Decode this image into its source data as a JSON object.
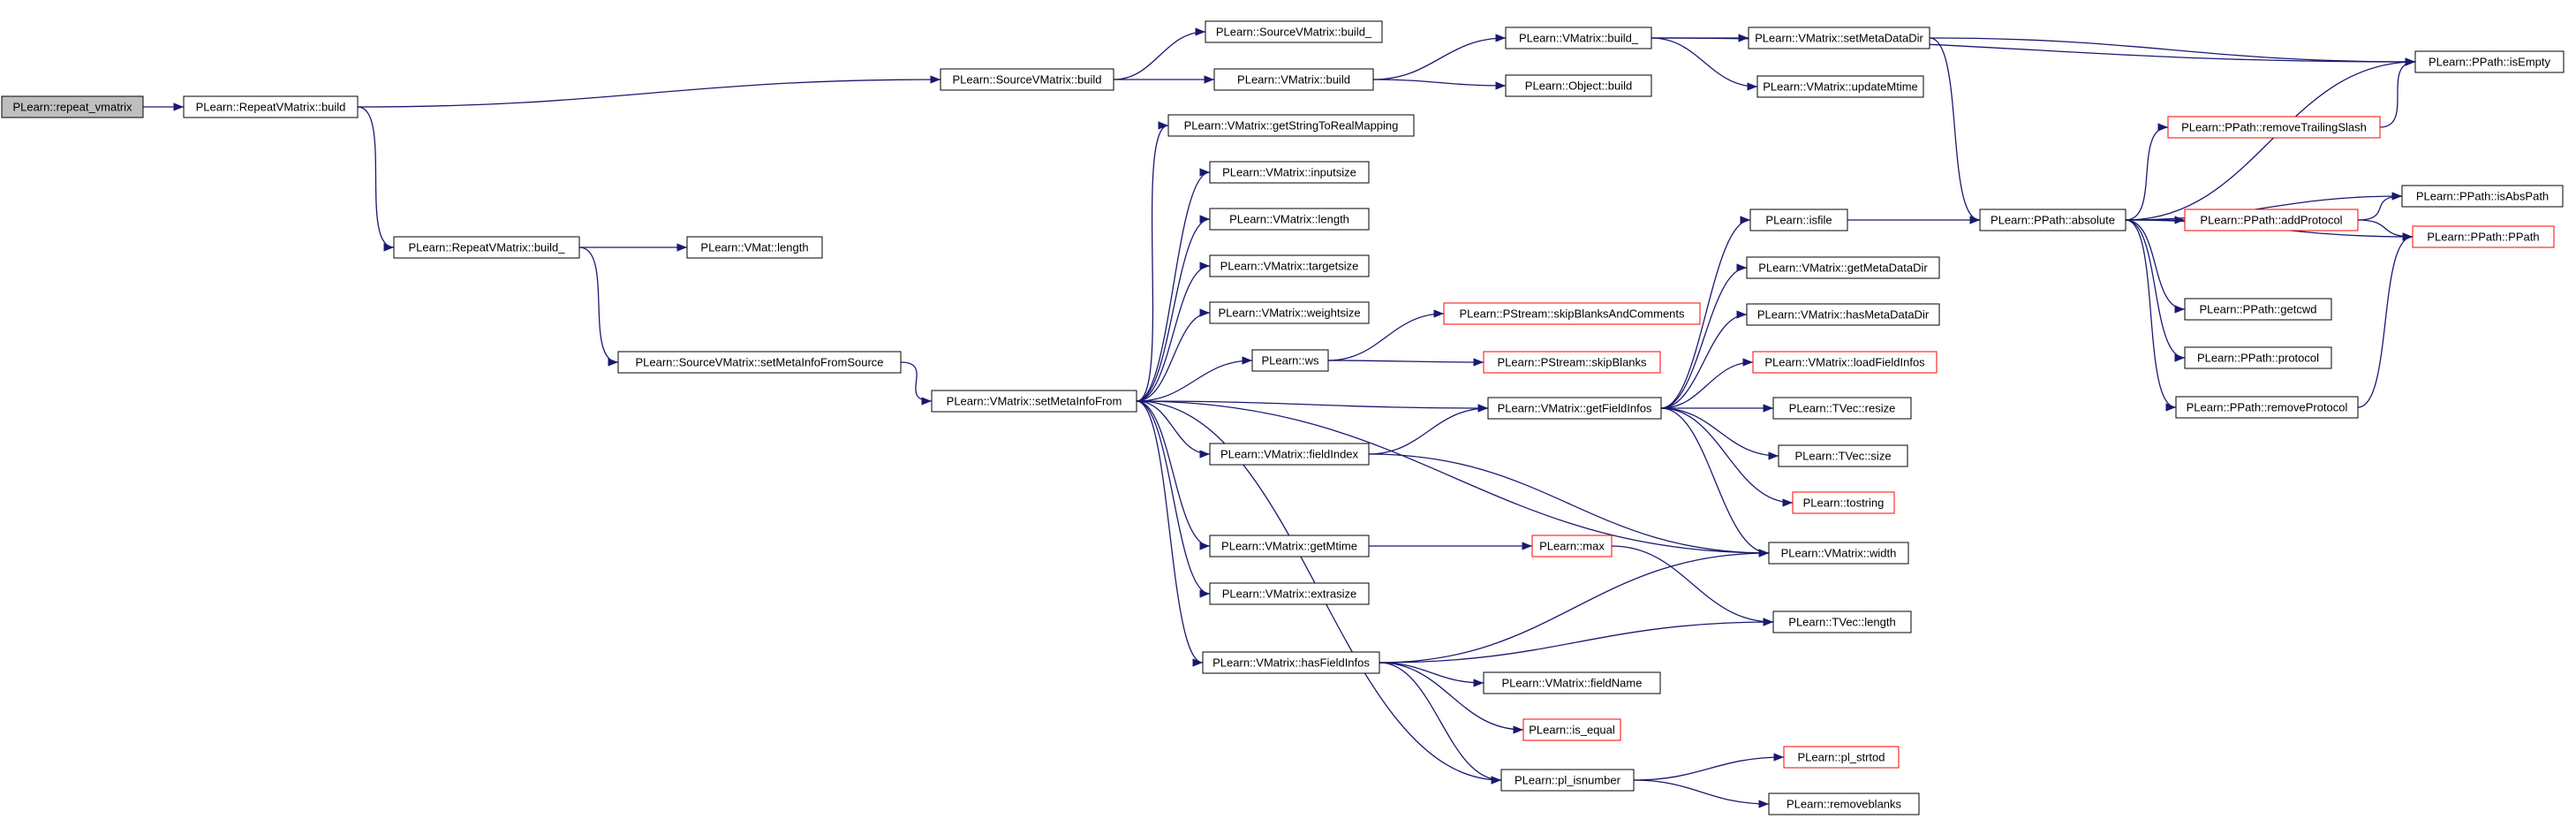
{
  "colors": {
    "edge": "#191970",
    "node_border": "#000000",
    "truncated_border": "#ff0000",
    "root_fill": "#bfbfbf"
  },
  "nodes": {
    "repeat_vmatrix": {
      "label": "PLearn::repeat_vmatrix",
      "root": true
    },
    "rvm_build": {
      "label": "PLearn::RepeatVMatrix::build"
    },
    "rvm_build_": {
      "label": "PLearn::RepeatVMatrix::build_"
    },
    "vmat_length": {
      "label": "PLearn::VMat::length"
    },
    "svm_setMetaInfoFromSource": {
      "label": "PLearn::SourceVMatrix::setMetaInfoFromSource"
    },
    "svm_build": {
      "label": "PLearn::SourceVMatrix::build"
    },
    "svm_build_": {
      "label": "PLearn::SourceVMatrix::build_"
    },
    "vm_build": {
      "label": "PLearn::VMatrix::build"
    },
    "vm_build_": {
      "label": "PLearn::VMatrix::build_"
    },
    "obj_build": {
      "label": "PLearn::Object::build"
    },
    "vm_setMetaDataDir": {
      "label": "PLearn::VMatrix::setMetaDataDir"
    },
    "vm_updateMtime": {
      "label": "PLearn::VMatrix::updateMtime"
    },
    "pp_isEmpty": {
      "label": "PLearn::PPath::isEmpty"
    },
    "pp_removeTrailingSlash": {
      "label": "PLearn::PPath::removeTrailingSlash",
      "truncated": true
    },
    "pp_absolute": {
      "label": "PLearn::PPath::absolute"
    },
    "pp_isAbsPath": {
      "label": "PLearn::PPath::isAbsPath"
    },
    "pp_addProtocol": {
      "label": "PLearn::PPath::addProtocol",
      "truncated": true
    },
    "pp_PPath": {
      "label": "PLearn::PPath::PPath",
      "truncated": true
    },
    "pp_getcwd": {
      "label": "PLearn::PPath::getcwd"
    },
    "pp_protocol": {
      "label": "PLearn::PPath::protocol"
    },
    "pp_removeProtocol": {
      "label": "PLearn::PPath::removeProtocol"
    },
    "vm_setMetaInfoFrom": {
      "label": "PLearn::VMatrix::setMetaInfoFrom"
    },
    "vm_getStringToRealMapping": {
      "label": "PLearn::VMatrix::getStringToRealMapping"
    },
    "vm_inputsize": {
      "label": "PLearn::VMatrix::inputsize"
    },
    "vm_length": {
      "label": "PLearn::VMatrix::length"
    },
    "vm_targetsize": {
      "label": "PLearn::VMatrix::targetsize"
    },
    "vm_weightsize": {
      "label": "PLearn::VMatrix::weightsize"
    },
    "ws": {
      "label": "PLearn::ws"
    },
    "ps_skipBlanksAndComments": {
      "label": "PLearn::PStream::skipBlanksAndComments",
      "truncated": true
    },
    "ps_skipBlanks": {
      "label": "PLearn::PStream::skipBlanks",
      "truncated": true
    },
    "isfile": {
      "label": "PLearn::isfile"
    },
    "vm_getMetaDataDir": {
      "label": "PLearn::VMatrix::getMetaDataDir"
    },
    "vm_hasMetaDataDir": {
      "label": "PLearn::VMatrix::hasMetaDataDir"
    },
    "vm_loadFieldInfos": {
      "label": "PLearn::VMatrix::loadFieldInfos",
      "truncated": true
    },
    "vm_getFieldInfos": {
      "label": "PLearn::VMatrix::getFieldInfos"
    },
    "tvec_resize": {
      "label": "PLearn::TVec::resize"
    },
    "tvec_size": {
      "label": "PLearn::TVec::size"
    },
    "tostring": {
      "label": "PLearn::tostring",
      "truncated": true
    },
    "vm_width": {
      "label": "PLearn::VMatrix::width"
    },
    "vm_fieldIndex": {
      "label": "PLearn::VMatrix::fieldIndex"
    },
    "vm_getMtime": {
      "label": "PLearn::VMatrix::getMtime"
    },
    "max": {
      "label": "PLearn::max",
      "truncated": true
    },
    "tvec_length": {
      "label": "PLearn::TVec::length"
    },
    "vm_extrasize": {
      "label": "PLearn::VMatrix::extrasize"
    },
    "vm_hasFieldInfos": {
      "label": "PLearn::VMatrix::hasFieldInfos"
    },
    "vm_fieldName": {
      "label": "PLearn::VMatrix::fieldName"
    },
    "is_equal": {
      "label": "PLearn::is_equal",
      "truncated": true
    },
    "pl_isnumber": {
      "label": "PLearn::pl_isnumber"
    },
    "pl_strtod": {
      "label": "PLearn::pl_strtod",
      "truncated": true
    },
    "removeblanks": {
      "label": "PLearn::removeblanks"
    }
  },
  "edges": [
    [
      "repeat_vmatrix",
      "rvm_build"
    ],
    [
      "rvm_build",
      "svm_build"
    ],
    [
      "rvm_build",
      "rvm_build_"
    ],
    [
      "rvm_build_",
      "vmat_length"
    ],
    [
      "rvm_build_",
      "svm_setMetaInfoFromSource"
    ],
    [
      "svm_setMetaInfoFromSource",
      "vm_setMetaInfoFrom"
    ],
    [
      "svm_build",
      "svm_build_"
    ],
    [
      "svm_build",
      "vm_build"
    ],
    [
      "vm_build",
      "vm_build_"
    ],
    [
      "vm_build",
      "obj_build"
    ],
    [
      "vm_build_",
      "vm_setMetaDataDir"
    ],
    [
      "vm_build_",
      "vm_updateMtime"
    ],
    [
      "vm_build_",
      "pp_isEmpty"
    ],
    [
      "vm_setMetaDataDir",
      "pp_isEmpty"
    ],
    [
      "vm_setMetaDataDir",
      "pp_absolute"
    ],
    [
      "pp_removeTrailingSlash",
      "pp_isEmpty"
    ],
    [
      "pp_absolute",
      "pp_isEmpty"
    ],
    [
      "pp_absolute",
      "pp_removeTrailingSlash"
    ],
    [
      "pp_absolute",
      "pp_isAbsPath"
    ],
    [
      "pp_absolute",
      "pp_addProtocol"
    ],
    [
      "pp_absolute",
      "pp_PPath"
    ],
    [
      "pp_absolute",
      "pp_getcwd"
    ],
    [
      "pp_absolute",
      "pp_protocol"
    ],
    [
      "pp_absolute",
      "pp_removeProtocol"
    ],
    [
      "pp_addProtocol",
      "pp_isAbsPath"
    ],
    [
      "pp_addProtocol",
      "pp_PPath"
    ],
    [
      "pp_removeProtocol",
      "pp_PPath"
    ],
    [
      "vm_setMetaInfoFrom",
      "vm_getStringToRealMapping"
    ],
    [
      "vm_setMetaInfoFrom",
      "vm_inputsize"
    ],
    [
      "vm_setMetaInfoFrom",
      "vm_length"
    ],
    [
      "vm_setMetaInfoFrom",
      "vm_targetsize"
    ],
    [
      "vm_setMetaInfoFrom",
      "vm_weightsize"
    ],
    [
      "vm_setMetaInfoFrom",
      "ws"
    ],
    [
      "vm_setMetaInfoFrom",
      "vm_getFieldInfos"
    ],
    [
      "vm_setMetaInfoFrom",
      "vm_fieldIndex"
    ],
    [
      "vm_setMetaInfoFrom",
      "vm_width"
    ],
    [
      "vm_setMetaInfoFrom",
      "vm_getMtime"
    ],
    [
      "vm_setMetaInfoFrom",
      "vm_extrasize"
    ],
    [
      "vm_setMetaInfoFrom",
      "vm_hasFieldInfos"
    ],
    [
      "vm_setMetaInfoFrom",
      "pl_isnumber"
    ],
    [
      "ws",
      "ps_skipBlanksAndComments"
    ],
    [
      "ws",
      "ps_skipBlanks"
    ],
    [
      "vm_fieldIndex",
      "vm_getFieldInfos"
    ],
    [
      "vm_fieldIndex",
      "vm_width"
    ],
    [
      "vm_getFieldInfos",
      "isfile"
    ],
    [
      "vm_getFieldInfos",
      "vm_getMetaDataDir"
    ],
    [
      "vm_getFieldInfos",
      "vm_hasMetaDataDir"
    ],
    [
      "vm_getFieldInfos",
      "vm_loadFieldInfos"
    ],
    [
      "vm_getFieldInfos",
      "tvec_resize"
    ],
    [
      "vm_getFieldInfos",
      "tvec_size"
    ],
    [
      "vm_getFieldInfos",
      "tostring"
    ],
    [
      "vm_getFieldInfos",
      "vm_width"
    ],
    [
      "isfile",
      "pp_absolute"
    ],
    [
      "vm_getMtime",
      "max"
    ],
    [
      "max",
      "tvec_length"
    ],
    [
      "vm_hasFieldInfos",
      "vm_width"
    ],
    [
      "vm_hasFieldInfos",
      "tvec_length"
    ],
    [
      "vm_hasFieldInfos",
      "vm_fieldName"
    ],
    [
      "vm_hasFieldInfos",
      "is_equal"
    ],
    [
      "vm_hasFieldInfos",
      "pl_isnumber"
    ],
    [
      "pl_isnumber",
      "pl_strtod"
    ],
    [
      "pl_isnumber",
      "removeblanks"
    ]
  ]
}
